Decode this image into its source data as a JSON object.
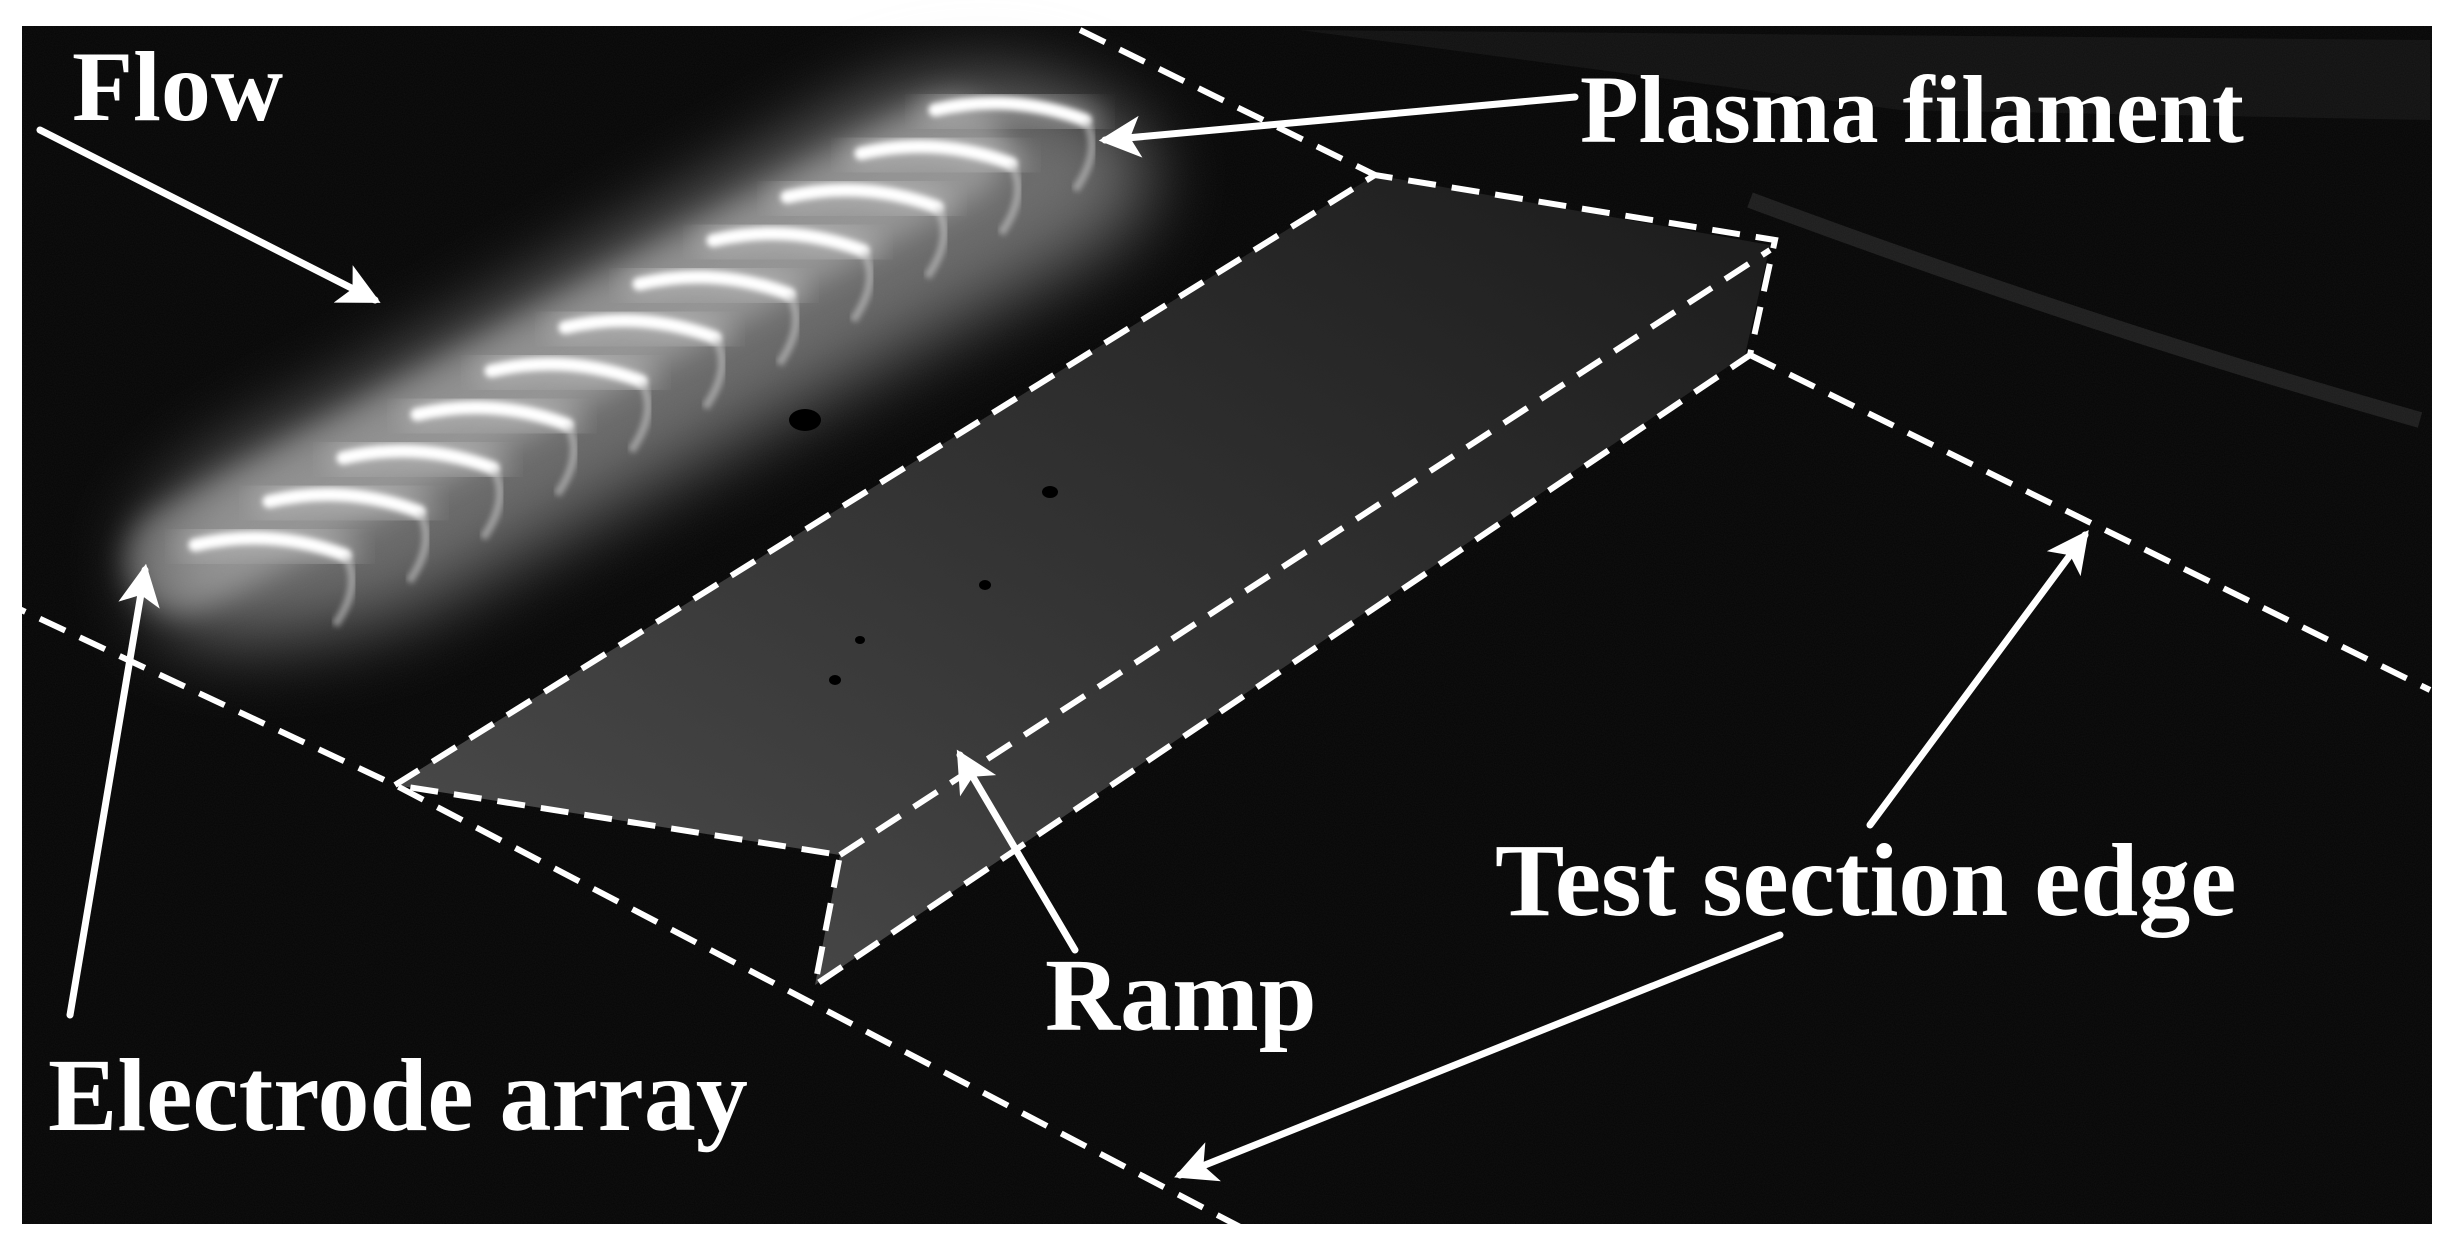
{
  "labels": {
    "flow": "Flow",
    "plasma_filament": "Plasma filament",
    "electrode_array": "Electrode array",
    "ramp": "Ramp",
    "test_section_edge": "Test section edge"
  },
  "colors": {
    "background": "#050505",
    "annotation": "#ffffff",
    "plasma_glow": "#cfcfcf",
    "plasma_core": "#ffffff",
    "frame": "#ffffff"
  },
  "filament_count": 11
}
